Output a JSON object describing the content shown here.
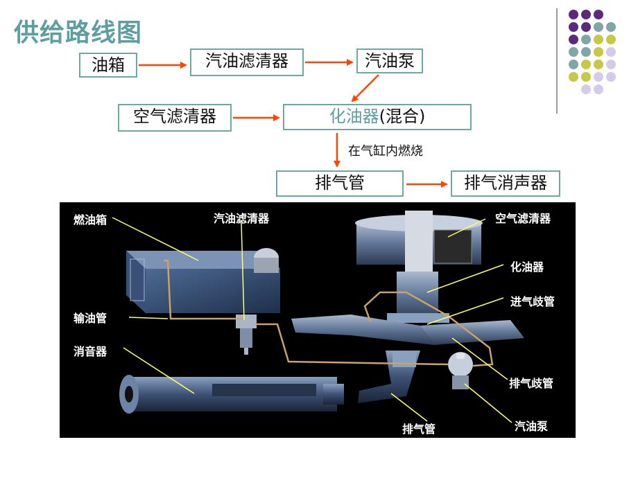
{
  "title": "供给路线图",
  "flow": {
    "fuel_tank": "油箱",
    "fuel_filter": "汽油滤清器",
    "fuel_pump": "汽油泵",
    "air_filter": "空气滤清器",
    "carburetor": "化油器",
    "carburetor_note_open": "(",
    "carburetor_note": "混合",
    "carburetor_note_close": ")",
    "combustion_label": "在气缸内燃烧",
    "exhaust_pipe": "排气管",
    "muffler": "排气消声器"
  },
  "diagram_labels": {
    "fuel_tank": "燃油箱",
    "fuel_filter": "汽油滤清器",
    "air_filter": "空气滤清器",
    "carburetor": "化油器",
    "intake_manifold": "进气歧管",
    "fuel_line": "输油管",
    "muffler": "消音器",
    "exhaust_manifold": "排气歧管",
    "exhaust_pipe": "排气管",
    "fuel_pump": "汽油泵"
  },
  "colors": {
    "accent": "#5f9ea0",
    "arrow": "#ff4500",
    "leader": "#ffff66",
    "dot_purple": "#5b2a7e",
    "dot_teal": "#7fa7a7",
    "dot_yellow": "#c8c848",
    "dot_lilac": "#d4cce6"
  }
}
